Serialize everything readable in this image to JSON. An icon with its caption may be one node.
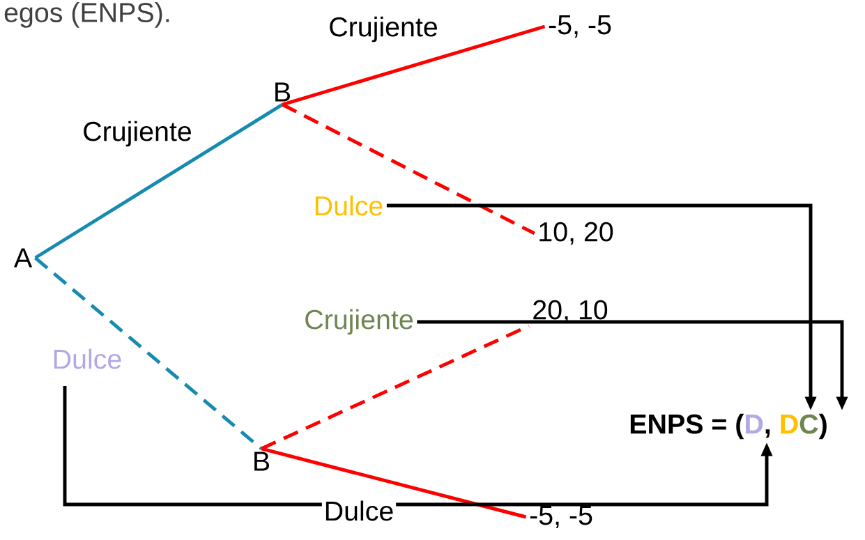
{
  "diagram": {
    "nodes": [
      {
        "text": [
          "A"
        ]
      },
      {
        "text": [
          "B"
        ]
      },
      {
        "text": [
          "B"
        ]
      },
      {
        "text": [
          "-5, -5"
        ]
      },
      {
        "text": [
          "10, 20"
        ]
      },
      {
        "text": [
          "20, 10"
        ]
      },
      {
        "text": [
          "-5, -5"
        ]
      },
      {
        "text": [
          "Dulce"
        ]
      },
      {
        "text": [
          "Dulce"
        ]
      },
      {
        "text": [
          "Crujiente"
        ]
      },
      {
        "text": [
          "ENPS = (",
          "D",
          ",",
          "D",
          "C",
          ")"
        ]
      }
    ],
    "edges": [
      {
        "from": 0,
        "to": 1,
        "arrow": "none",
        "label": "Crujiente",
        "color": "#168bb0"
      },
      {
        "from": 0,
        "to": 2,
        "arrow": "none",
        "style": "dashed",
        "color": "#168bb0"
      },
      {
        "from": 1,
        "to": 3,
        "arrow": "none",
        "label": "Crujiente",
        "color": "#ff0000"
      },
      {
        "from": 1,
        "to": 4,
        "arrow": "none",
        "style": "dashed",
        "color": "#ff0000"
      },
      {
        "from": 2,
        "to": 5,
        "arrow": "none",
        "style": "dashed",
        "color": "#ff0000"
      },
      {
        "from": 2,
        "to": 6,
        "arrow": "none",
        "label": "Dulce",
        "color": "#ff0000"
      },
      {
        "from": 7,
        "to": 10,
        "arrow": "to",
        "color": "#000000"
      },
      {
        "from": 8,
        "to": 10,
        "arrow": "to",
        "color": "#000000"
      },
      {
        "from": 9,
        "to": 10,
        "arrow": "to",
        "color": "#000000"
      }
    ],
    "labels": [
      "egos (ENPS)."
    ]
  }
}
